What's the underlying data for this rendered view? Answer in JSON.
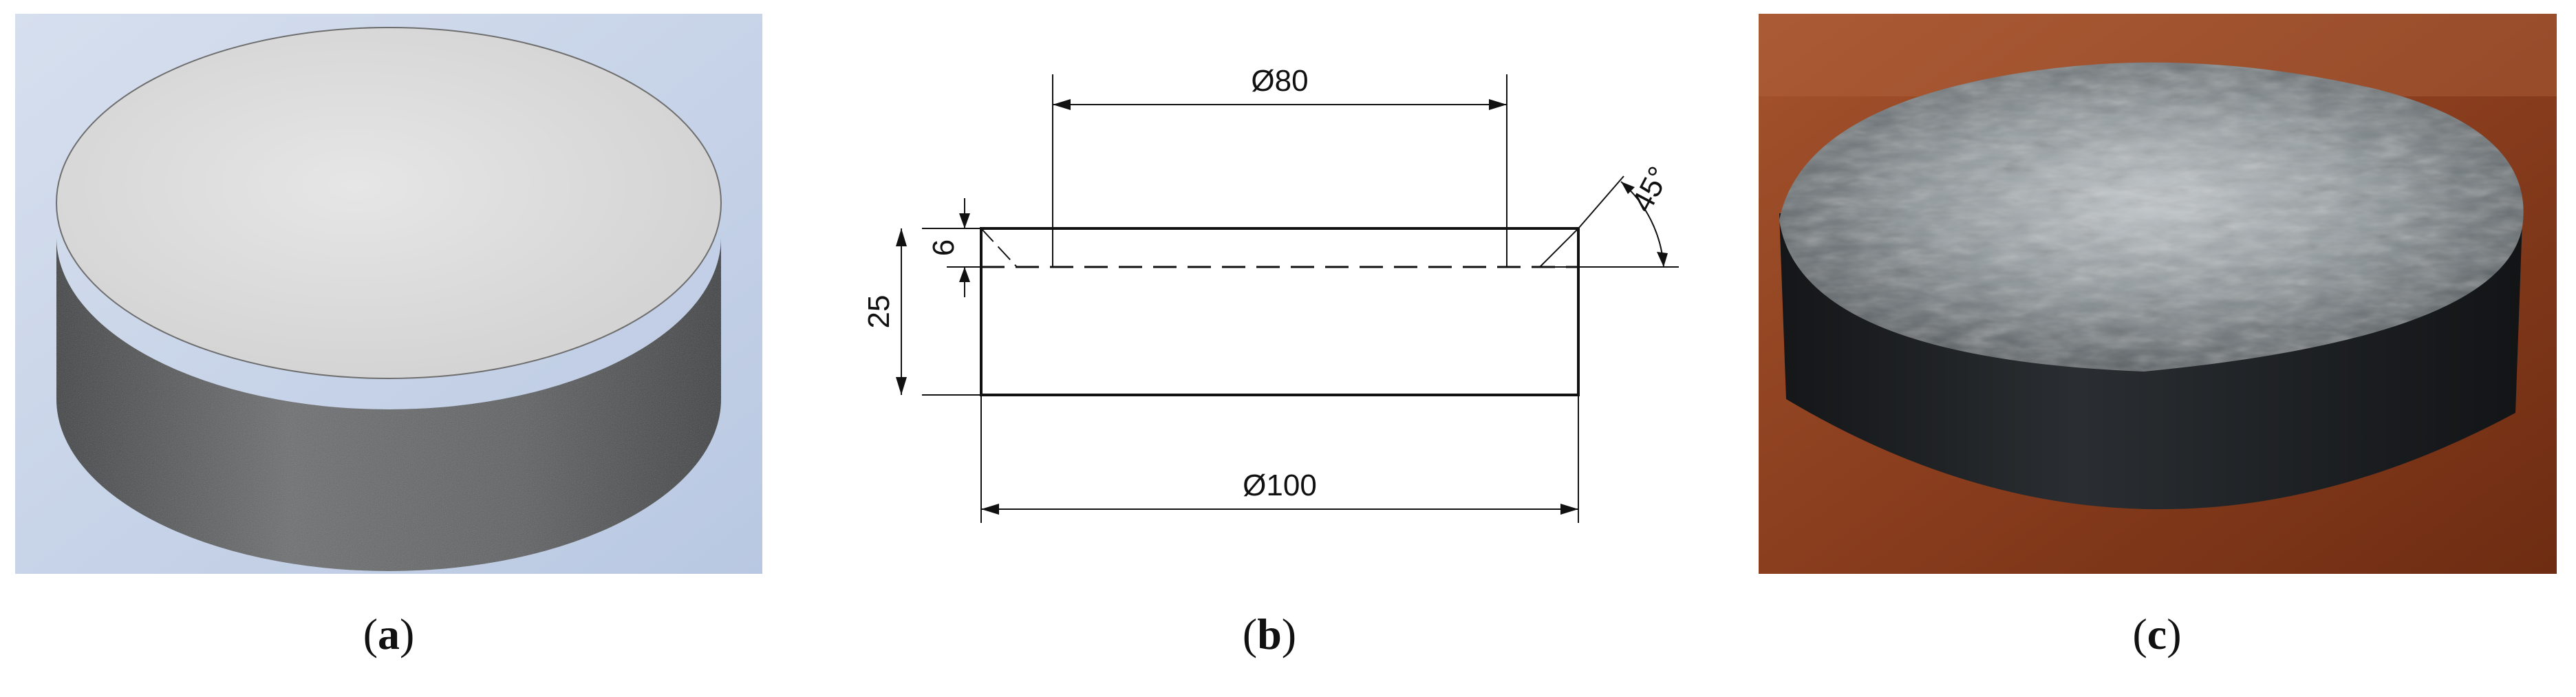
{
  "panels": {
    "a": {
      "caption_open": "(",
      "caption_letter": "a",
      "caption_close": ")"
    },
    "b": {
      "caption_open": "(",
      "caption_letter": "b",
      "caption_close": ")",
      "dimensions": {
        "top_diameter": "Ø80",
        "bottom_diameter": "Ø100",
        "height": "25",
        "chamfer_depth": "6",
        "chamfer_angle": "45°"
      }
    },
    "c": {
      "caption_open": "(",
      "caption_letter": "c",
      "caption_close": ")"
    }
  },
  "colors": {
    "render_background": "#c9d6ea",
    "render_top_face": "#dcdcdc",
    "render_side": "#5a5c5e",
    "photo_background": "#8a3e1e",
    "photo_puck_side": "#1e2124",
    "photo_puck_top": "#8e969a"
  }
}
